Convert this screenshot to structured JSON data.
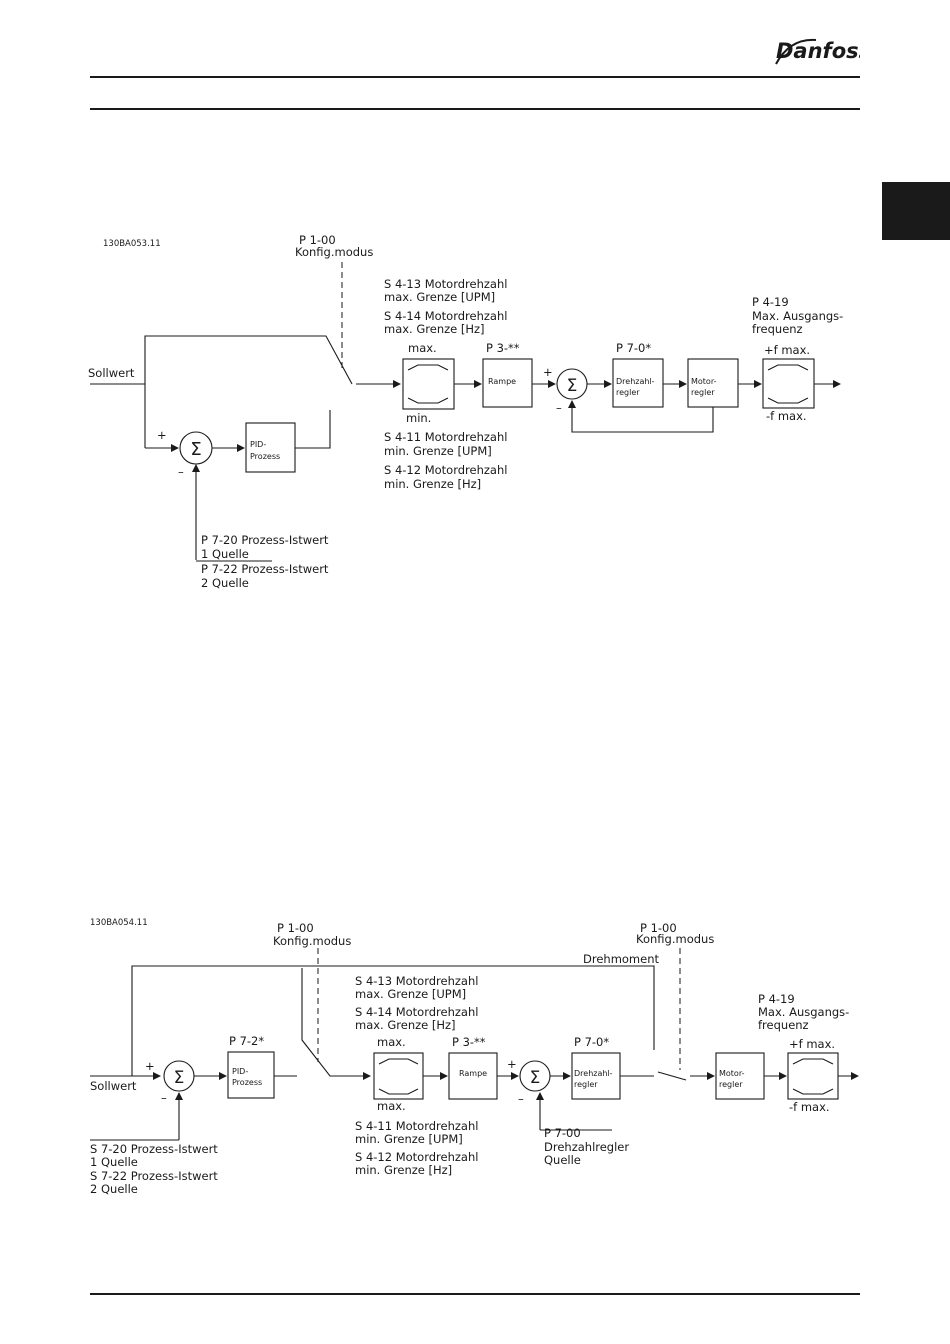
{
  "header": {
    "brand": "Danfoss"
  },
  "diagram1": {
    "code": "130BA053.11",
    "p100": "P 1-00",
    "konfig": "Konfig.modus",
    "s413a": "S 4-13 Motordrehzahl",
    "s413b": "max. Grenze [UPM]",
    "s414a": "S 4-14 Motordrehzahl",
    "s414b": "max. Grenze [Hz]",
    "p419": "P 4-19",
    "maxaus": "Max. Ausgangs-",
    "frequenz": "frequenz",
    "sollwert": "Sollwert",
    "max": "max.",
    "min": "min.",
    "p3": "P 3-**",
    "p70": "P 7-0*",
    "fmaxp": "+f max.",
    "fmaxm": "-f max.",
    "rampe": "Rampe",
    "drehzahl1": "Drehzahl-",
    "drehzahl2": "regler",
    "motor1": "Motor-",
    "motor2": "regler",
    "pid1": "PID-",
    "pid2": "Prozess",
    "plus": "+",
    "minus": "–",
    "sigma": "Σ",
    "s411a": "S 4-11 Motordrehzahl",
    "s411b": "min. Grenze [UPM]",
    "s412a": "S 4-12 Motordrehzahl",
    "s412b": "min. Grenze [Hz]",
    "p720a": "P 7-20 Prozess-Istwert",
    "p720b": "1 Quelle",
    "p722a": "P 7-22 Prozess-Istwert",
    "p722b": "2 Quelle"
  },
  "diagram2": {
    "code": "130BA054.11",
    "p100": "P 1-00",
    "konfig": "Konfig.modus",
    "p100b": "P 1-00",
    "konfigb": "Konfig.modus",
    "drehmoment": "Drehmoment",
    "s413a": "S 4-13 Motordrehzahl",
    "s413b": "max. Grenze [UPM]",
    "s414a": "S 4-14 Motordrehzahl",
    "s414b": "max. Grenze [Hz]",
    "p419": "P 4-19",
    "maxaus": "Max. Ausgangs-",
    "frequenz": "frequenz",
    "p72": "P 7-2*",
    "max": "max.",
    "max2": "max.",
    "p3": "P 3-**",
    "p70": "P 7-0*",
    "fmaxp": "+f max.",
    "fmaxm": "-f max.",
    "sollwert": "Sollwert",
    "pid1": "PID-",
    "pid2": "Prozess",
    "rampe": "Rampe",
    "drehzahl1": "Drehzahl-",
    "drehzahl2": "regler",
    "motor1": "Motor-",
    "motor2": "regler",
    "plus": "+",
    "minus": "–",
    "sigma": "Σ",
    "s411a": "S 4-11 Motordrehzahl",
    "s411b": "min. Grenze [UPM]",
    "s412a": "S 4-12 Motordrehzahl",
    "s412b": "min. Grenze [Hz]",
    "p700a": "P 7-00",
    "p700b": "Drehzahlregler",
    "p700c": "Quelle",
    "s720a": "S 7-20 Prozess-Istwert",
    "s720b": "1 Quelle",
    "s722a": "S 7-22 Prozess-Istwert",
    "s722b": "2 Quelle"
  }
}
